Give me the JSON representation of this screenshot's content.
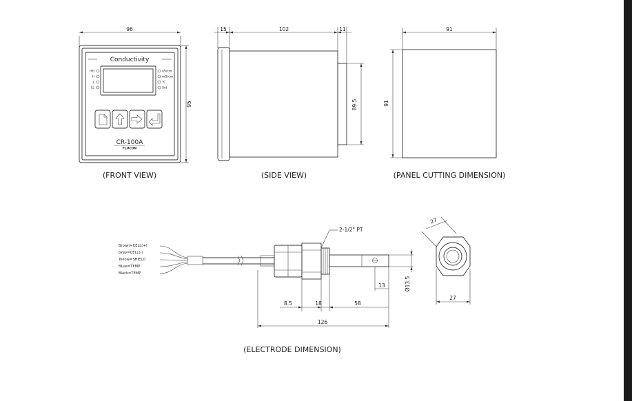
{
  "captions": {
    "front": "(FRONT VIEW)",
    "side": "(SIDE VIEW)",
    "panel": "(PANEL CUTTING DIMENSION)",
    "electrode": "(ELECTRODE DIMENSION)"
  },
  "front": {
    "width": "96",
    "height": "95",
    "title": "Conductivity",
    "model": "CR-100A",
    "brand": "FLUCON",
    "left_leds": [
      "HH",
      "H",
      "L",
      "LL"
    ],
    "right_leds": [
      "uS/cm",
      "mS/cm",
      "°C",
      "Set"
    ],
    "keys": [
      "page-icon",
      "up-arrow-icon",
      "right-arrow-icon",
      "enter-icon"
    ]
  },
  "side": {
    "front_depth": "15",
    "body_depth": "102",
    "back_depth": "11",
    "height": "89.5"
  },
  "panel": {
    "width": "91",
    "height": "91"
  },
  "electrode": {
    "thread": "2-1/2\" PT",
    "wires": [
      "Brown=CELL(+)",
      "Grey=CELL(-)",
      "Yellow=SHIELD",
      "BLue=TEMP",
      "Black=TEMP"
    ],
    "dims": {
      "a": "8.5",
      "b": "18",
      "c": "58",
      "d": "13",
      "total": "126",
      "dia": "Ø13.5",
      "hex_diag": "27",
      "hex_flat": "27"
    }
  },
  "colors": {
    "line": "#333333",
    "edge": "#1a1a1a"
  }
}
